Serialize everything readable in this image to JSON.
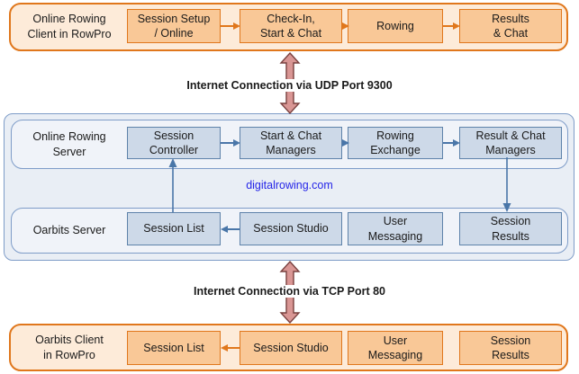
{
  "title": "RowPro / Oarbits online rowing architecture diagram",
  "sections": {
    "client_online": {
      "label": "Online Rowing\nClient in RowPro",
      "boxes": [
        "Session Setup\n/ Online",
        "Check-In,\nStart & Chat",
        "Rowing",
        "Results\n& Chat"
      ]
    },
    "server_online": {
      "label": "Online Rowing\nServer",
      "boxes": [
        "Session\nController",
        "Start & Chat\nManagers",
        "Rowing\nExchange",
        "Result & Chat\nManagers"
      ]
    },
    "server_oarbits": {
      "label": "Oarbits Server",
      "boxes": [
        "Session List",
        "Session Studio",
        "User\nMessaging",
        "Session\nResults"
      ]
    },
    "client_oarbits": {
      "label": "Oarbits Client\nin RowPro",
      "boxes": [
        "Session List",
        "Session Studio",
        "User\nMessaging",
        "Session\nResults"
      ]
    }
  },
  "connections": {
    "udp_label": "Internet Connection via UDP Port 9300",
    "tcp_label": "Internet Connection via TCP Port 80"
  },
  "watermark": "digitalrowing.com",
  "colors": {
    "orange_border": "#E0771C",
    "orange_box_fill": "#F9C897",
    "orange_container_fill": "#FDEBD9",
    "blue_border": "#7E9CC8",
    "blue_box_border": "#5E82AA",
    "blue_box_fill": "#CDD9E8",
    "blue_outer_fill": "#E9EEF5",
    "blue_inner_fill": "#F0F3F9",
    "blue_arrow": "#4A76A8",
    "double_arrow_fill": "#D99694",
    "double_arrow_stroke": "#79413F",
    "watermark_blue": "#2525E8",
    "text": "#1A1A1A"
  }
}
